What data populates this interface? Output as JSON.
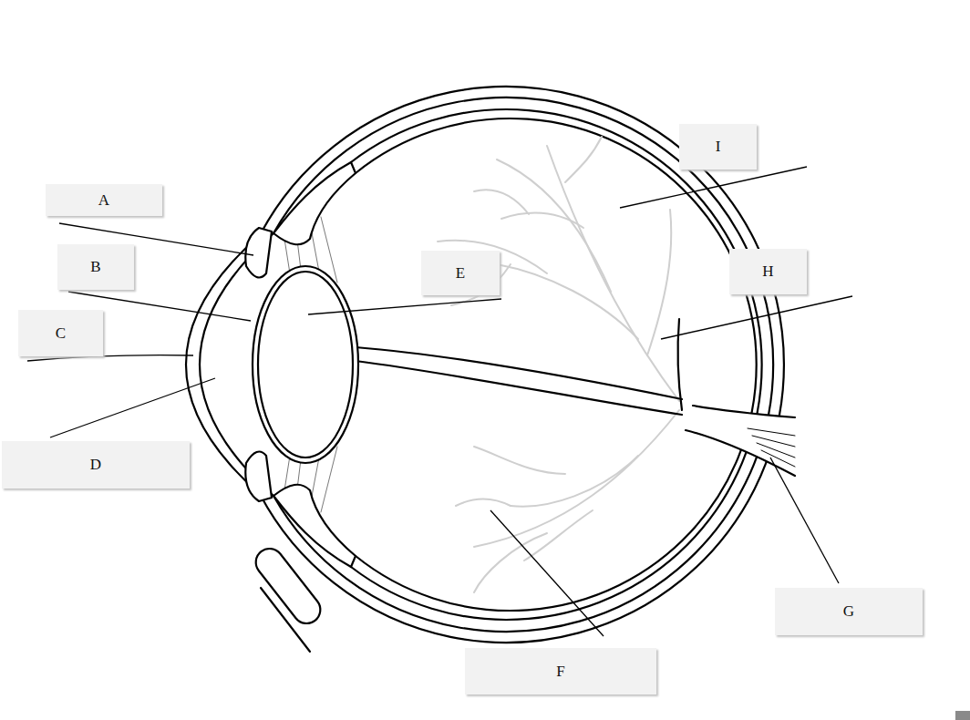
{
  "diagram": {
    "nodes": [
      {
        "text": [
          "A"
        ]
      },
      {
        "text": [
          "B"
        ]
      },
      {
        "text": [
          "C"
        ]
      },
      {
        "text": [
          "D"
        ]
      },
      {
        "text": [
          "E"
        ]
      },
      {
        "text": [
          "F"
        ]
      },
      {
        "text": [
          "G"
        ]
      },
      {
        "text": [
          "H"
        ]
      },
      {
        "text": [
          "I"
        ]
      }
    ]
  }
}
